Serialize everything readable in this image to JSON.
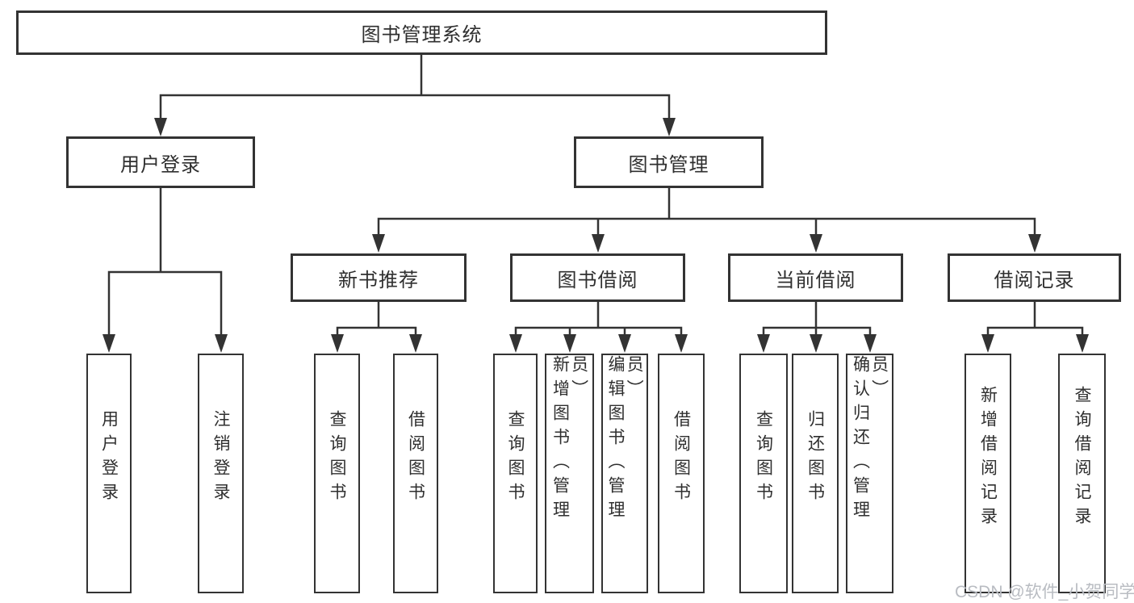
{
  "diagram": {
    "root": {
      "label": "图书管理系统"
    },
    "level2": [
      {
        "label": "用户登录",
        "parent": "图书管理系统"
      },
      {
        "label": "图书管理",
        "parent": "图书管理系统"
      }
    ],
    "level3": [
      {
        "label": "新书推荐",
        "parent": "图书管理"
      },
      {
        "label": "图书借阅",
        "parent": "图书管理"
      },
      {
        "label": "当前借阅",
        "parent": "图书管理"
      },
      {
        "label": "借阅记录",
        "parent": "图书管理"
      }
    ],
    "level4": [
      {
        "label": "用户登录",
        "parent": "用户登录"
      },
      {
        "label": "注销登录",
        "parent": "用户登录"
      },
      {
        "label": "查询图书",
        "parent": "新书推荐"
      },
      {
        "label": "借阅图书",
        "parent": "新书推荐"
      },
      {
        "label": "查询图书",
        "parent": "图书借阅"
      },
      {
        "label": "新增图书（管理员）",
        "parent": "图书借阅"
      },
      {
        "label": "编辑图书（管理员）",
        "parent": "图书借阅"
      },
      {
        "label": "借阅图书",
        "parent": "图书借阅"
      },
      {
        "label": "查询图书",
        "parent": "当前借阅"
      },
      {
        "label": "归还图书",
        "parent": "当前借阅"
      },
      {
        "label": "确认归还（管理员）",
        "parent": "当前借阅"
      },
      {
        "label": "新增借阅记录",
        "parent": "借阅记录"
      },
      {
        "label": "查询借阅记录",
        "parent": "借阅记录"
      }
    ],
    "watermark": "CSDN @软件_小贺同学",
    "colors": {
      "line": "#333333",
      "text": "#2f2f2f",
      "watermark": "#b9bcc2",
      "background": "#ffffff"
    }
  }
}
